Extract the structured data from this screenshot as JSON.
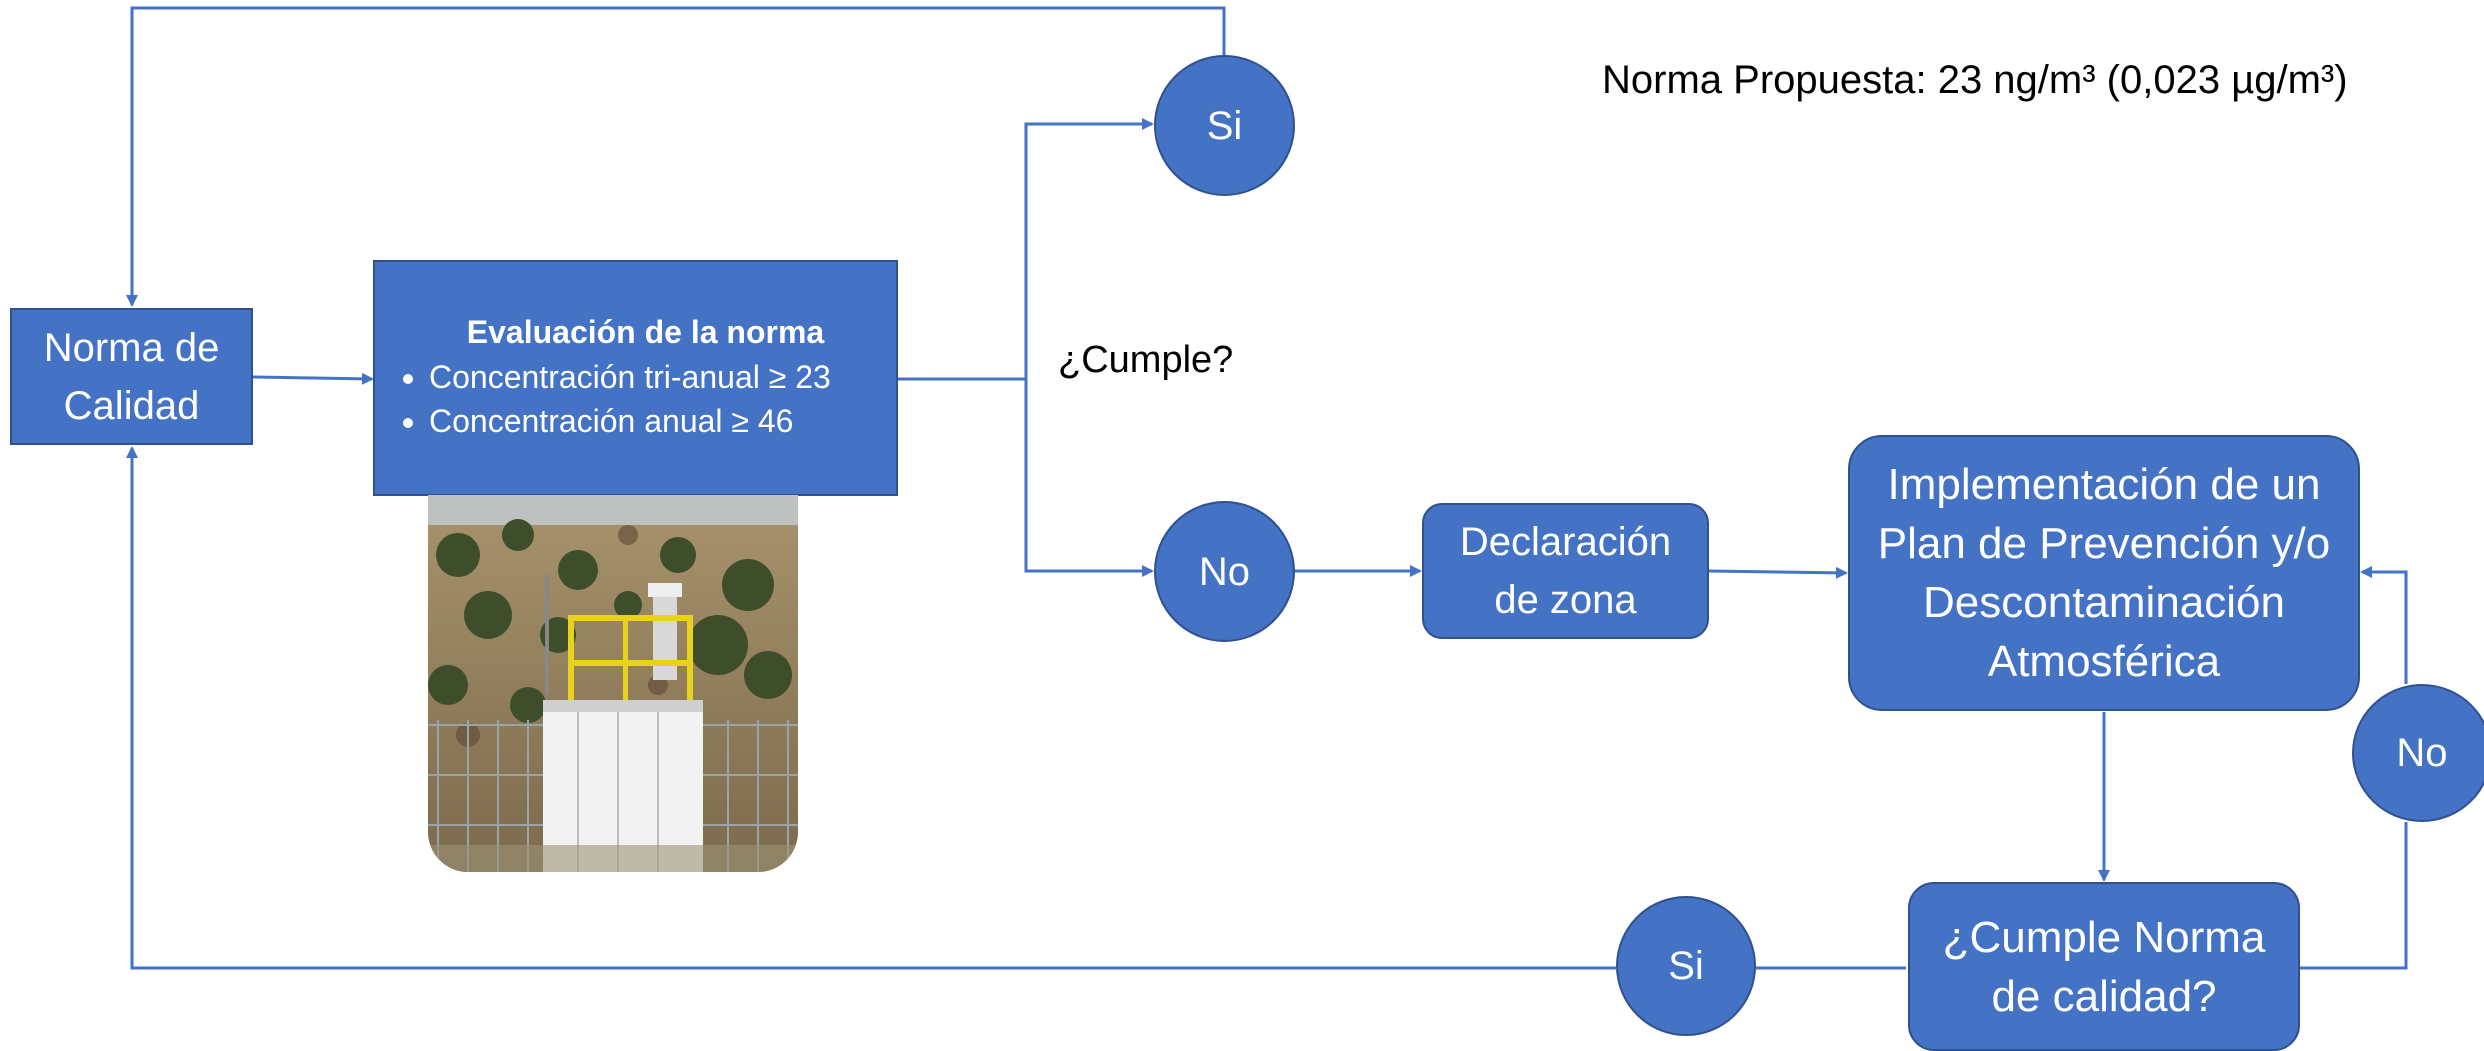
{
  "header": {
    "proposed_norm": "Norma Propuesta: 23 ng/m³ (0,023 µg/m³)"
  },
  "nodes": {
    "quality_norm": "Norma de Calidad",
    "evaluation": {
      "title": "Evaluación de la norma",
      "criteria": [
        "Concentración tri-anual ≥ 23",
        "Concentración anual ≥ 46"
      ]
    },
    "question": "¿Cumple?",
    "yes_top": "Si",
    "no_mid": "No",
    "zone_declaration": "Declaración de zona",
    "plan": "Implementación de un Plan de Prevención y/o Descontaminación Atmosférica",
    "no_right": "No",
    "check_question": "¿Cumple Norma de calidad?",
    "yes_bottom": "Si"
  },
  "colors": {
    "node_fill": "#4472c4",
    "node_border": "#2f528f",
    "connector": "#4472c4",
    "text_on_node": "#ffffff"
  },
  "image": {
    "description_icon": "monitoring-station-photo"
  }
}
